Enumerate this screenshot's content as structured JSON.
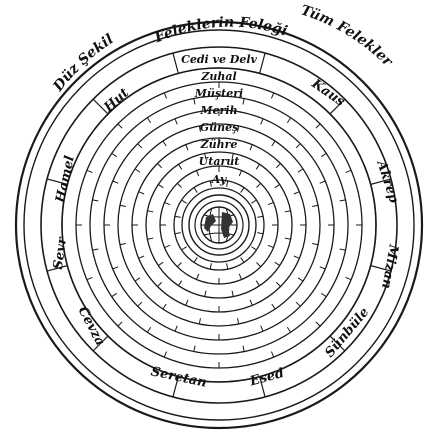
{
  "outer_labels": {
    "left": "Düz Şekil",
    "right": "Tüm Felekler"
  },
  "top_label": "Feleklerin Feleği",
  "sphere_labels": [
    "Cedi ve Delv",
    "Zuhal",
    "Müşteri",
    "Merih",
    "Güneş",
    "Zühre",
    "Utarut",
    "Ay"
  ],
  "zodiac": [
    "Kaus",
    "Akrep",
    "Mizan",
    "Sünbüle",
    "Esed",
    "Seretan",
    "Cevza",
    "Sevr",
    "Hamel",
    "Hut"
  ],
  "center": "earth-globe-icon",
  "colors": {
    "ink": "#1a1a1a",
    "paper": "#ffffff"
  }
}
